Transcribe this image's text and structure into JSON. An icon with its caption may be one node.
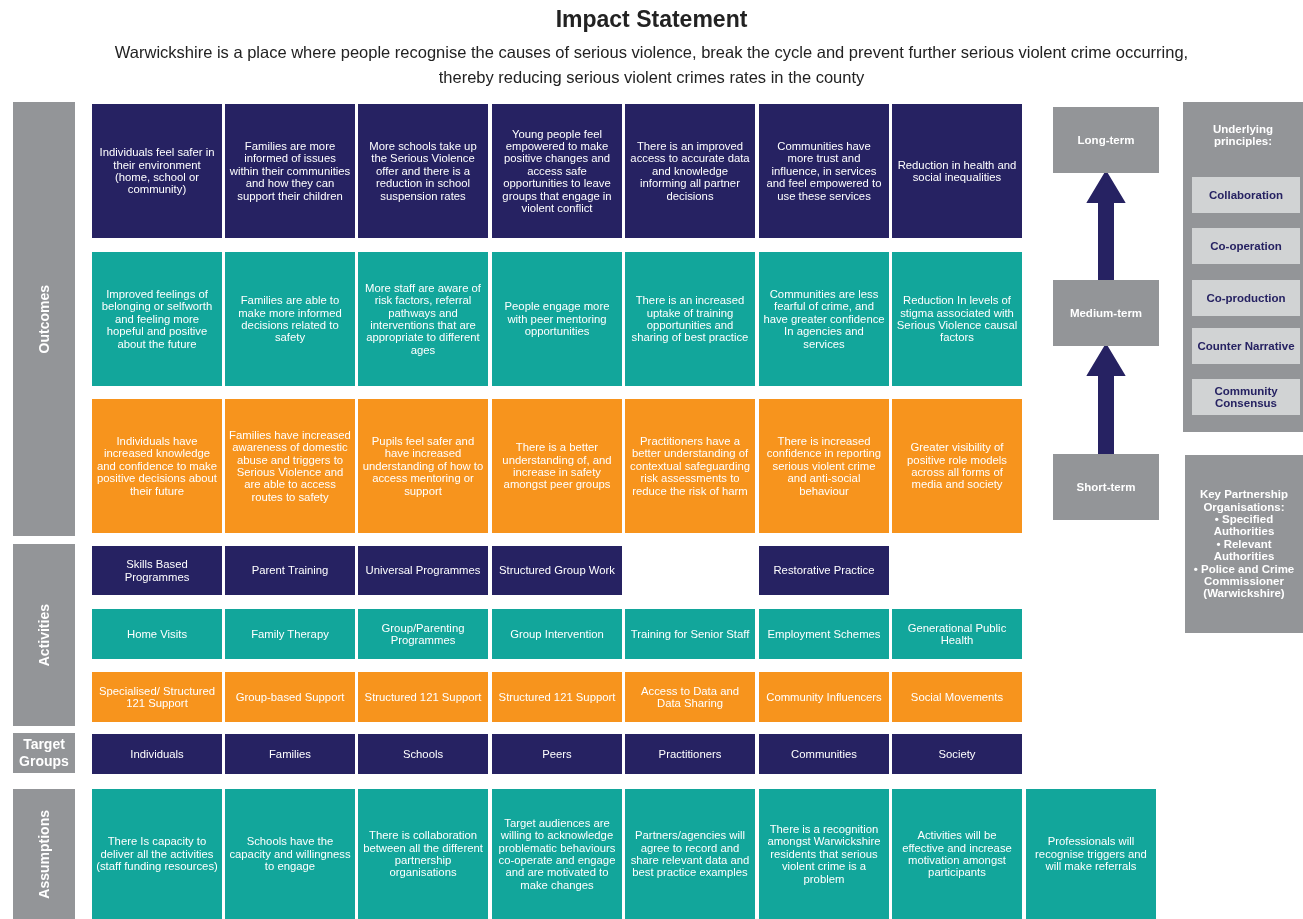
{
  "diagram": {
    "title": "Impact Statement",
    "labels": [
      "Warwickshire is a place where people recognise the causes of serious violence, break the cycle and prevent further serious violent crime occurring, thereby reducing serious violent crimes rates in the county"
    ],
    "nodes": [
      {
        "text": [
          "Outcomes"
        ]
      },
      {
        "text": [
          "Individuals feel safer in their environment (home, school or community)"
        ]
      },
      {
        "text": [
          "Families are more informed of issues within their communities and how they can support their children"
        ]
      },
      {
        "text": [
          "More schools take up the Serious Violence offer and there is a reduction in school suspension rates"
        ]
      },
      {
        "text": [
          "Young people feel empowered to make positive changes and access safe opportunities to leave groups that engage in violent conflict"
        ]
      },
      {
        "text": [
          "There is an improved access to accurate data and knowledge informing all partner decisions"
        ]
      },
      {
        "text": [
          "Communities have more trust and influence, in services and feel empowered to use these services"
        ]
      },
      {
        "text": [
          "Reduction in health and social inequalities"
        ]
      },
      {
        "text": [
          "Improved feelings of belonging or selfworth and feeling more hopeful and positive about the future"
        ]
      },
      {
        "text": [
          "Families are able to make more informed decisions related to safety"
        ]
      },
      {
        "text": [
          "More staff are aware of risk factors, referral pathways and interventions that are appropriate to different ages"
        ]
      },
      {
        "text": [
          "People engage more with peer mentoring opportunities"
        ]
      },
      {
        "text": [
          "There is an increased uptake of training opportunities and sharing of best practice"
        ]
      },
      {
        "text": [
          "Communities are less fearful of crime, and have greater confidence In agencies and services"
        ]
      },
      {
        "text": [
          "Reduction In levels of stigma associated with Serious Violence causal factors"
        ]
      },
      {
        "text": [
          "Individuals have increased knowledge and confidence to make positive decisions about their future"
        ]
      },
      {
        "text": [
          "Families have increased awareness of domestic abuse and triggers to Serious Violence and are able to access routes to safety"
        ]
      },
      {
        "text": [
          "Pupils feel safer and have increased understanding of how to access mentoring or support"
        ]
      },
      {
        "text": [
          "There is a better understanding of, and increase in safety amongst peer groups"
        ]
      },
      {
        "text": [
          "Practitioners have a better understanding of contextual safeguarding risk assessments to reduce the risk of harm"
        ]
      },
      {
        "text": [
          "There is increased confidence in reporting serious violent crime and anti-social behaviour"
        ]
      },
      {
        "text": [
          "Greater visibility of positive role models across all forms of media and society"
        ]
      },
      {
        "text": [
          "Long-term"
        ]
      },
      {
        "text": [
          "Medium-term"
        ]
      },
      {
        "text": [
          "Short-term"
        ]
      },
      {
        "text": [
          "Underlying principles:"
        ]
      },
      {
        "text": [
          "Collaboration"
        ],
        "in": 25
      },
      {
        "text": [
          "Co-operation"
        ],
        "in": 25
      },
      {
        "text": [
          "Co-production"
        ],
        "in": 25
      },
      {
        "text": [
          "Counter Narrative"
        ],
        "in": 25
      },
      {
        "text": [
          "Community Consensus"
        ],
        "in": 25
      },
      {
        "text": [
          "Key Partnership Organisations:",
          "• Specified Authorities",
          "• Relevant Authorities",
          "• Police and Crime Commissioner (Warwickshire)"
        ]
      },
      {
        "text": [
          "Activities"
        ]
      },
      {
        "text": [
          "Skills Based Programmes"
        ]
      },
      {
        "text": [
          "Parent Training"
        ]
      },
      {
        "text": [
          "Universal Programmes"
        ]
      },
      {
        "text": [
          "Structured Group Work"
        ]
      },
      {
        "text": [
          "Restorative Practice"
        ]
      },
      {
        "text": [
          "Home Visits"
        ]
      },
      {
        "text": [
          "Family Therapy"
        ]
      },
      {
        "text": [
          "Group/Parenting Programmes"
        ]
      },
      {
        "text": [
          "Group Intervention"
        ]
      },
      {
        "text": [
          "Training for Senior Staff"
        ]
      },
      {
        "text": [
          "Employment Schemes"
        ]
      },
      {
        "text": [
          "Generational Public Health"
        ]
      },
      {
        "text": [
          "Specialised/ Structured 121 Support"
        ]
      },
      {
        "text": [
          "Group-based Support"
        ]
      },
      {
        "text": [
          "Structured 121 Support"
        ]
      },
      {
        "text": [
          "Structured 121 Support"
        ]
      },
      {
        "text": [
          "Access to Data and Data Sharing"
        ]
      },
      {
        "text": [
          "Community Influencers"
        ]
      },
      {
        "text": [
          "Social Movements"
        ]
      },
      {
        "text": [
          "Target Groups"
        ]
      },
      {
        "text": [
          "Individuals"
        ]
      },
      {
        "text": [
          "Families"
        ]
      },
      {
        "text": [
          "Schools"
        ]
      },
      {
        "text": [
          "Peers"
        ]
      },
      {
        "text": [
          "Practitioners"
        ]
      },
      {
        "text": [
          "Communities"
        ]
      },
      {
        "text": [
          "Society"
        ]
      },
      {
        "text": [
          "Assumptions"
        ]
      },
      {
        "text": [
          "There Is capacity to deliver all the activities (staff funding resources)"
        ]
      },
      {
        "text": [
          "Schools have the capacity and willingness to engage"
        ]
      },
      {
        "text": [
          "There is collaboration between all the different partnership organisations"
        ]
      },
      {
        "text": [
          "Target audiences are willing to acknowledge problematic behaviours co-operate and engage and are motivated to make changes"
        ]
      },
      {
        "text": [
          "Partners/agencies will agree to record and share relevant data and best practice examples"
        ]
      },
      {
        "text": [
          "There is a recognition amongst Warwickshire residents that serious violent crime is a problem"
        ]
      },
      {
        "text": [
          "Activities will be effective and increase motivation amongst participants"
        ]
      },
      {
        "text": [
          "Professionals will recognise triggers and will make referrals"
        ]
      }
    ],
    "edges": [
      {
        "from": 24,
        "to": 23,
        "arrow": "to"
      },
      {
        "from": 23,
        "to": 22,
        "arrow": "to"
      }
    ]
  }
}
